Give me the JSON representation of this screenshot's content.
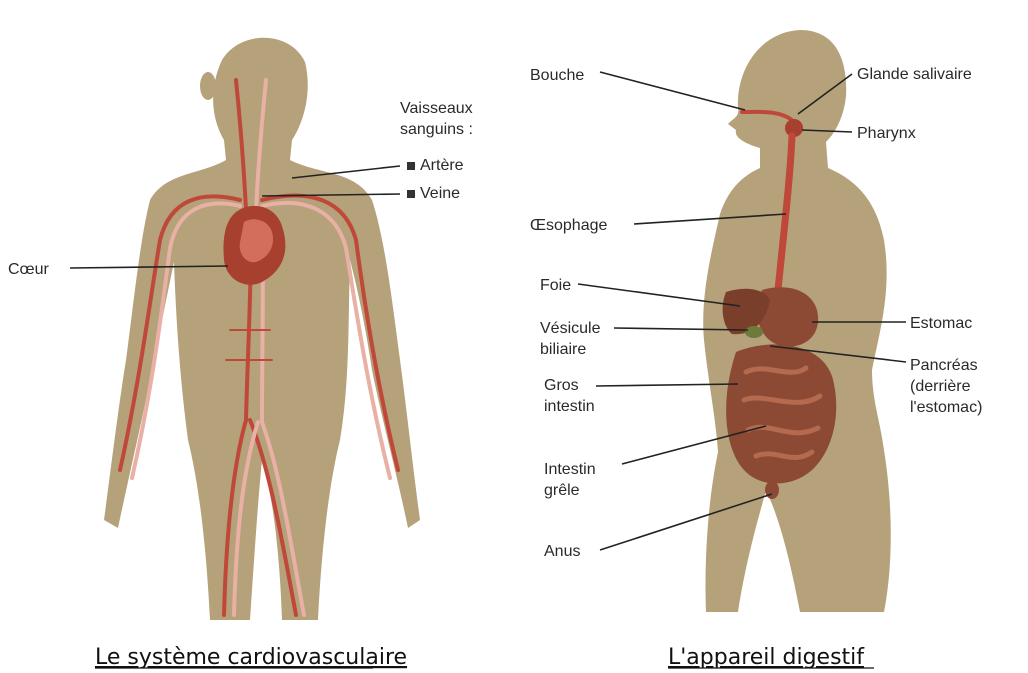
{
  "left_panel": {
    "caption": "Le système cardiovasculaire",
    "legend_title_1": "Vaisseaux",
    "legend_title_2": "sanguins :",
    "artery_label": "Artère",
    "vein_label": "Veine",
    "heart_label": "Cœur"
  },
  "right_panel": {
    "caption": "L'appareil digestif",
    "labels": {
      "bouche": "Bouche",
      "glande": "Glande salivaire",
      "pharynx": "Pharynx",
      "oesophage": "Œsophage",
      "foie": "Foie",
      "vesicule_1": "Vésicule",
      "vesicule_2": "biliaire",
      "estomac": "Estomac",
      "pancreas_1": "Pancréas",
      "pancreas_2": "(derrière",
      "pancreas_3": "l'estomac)",
      "gros_1": "Gros",
      "gros_2": "intestin",
      "grele_1": "Intestin",
      "grele_2": "grêle",
      "anus": "Anus"
    }
  },
  "colors": {
    "body": "#b5a27a",
    "artery": "#c0483a",
    "vein": "#e9b0a6",
    "organ": "#8c4a34"
  }
}
